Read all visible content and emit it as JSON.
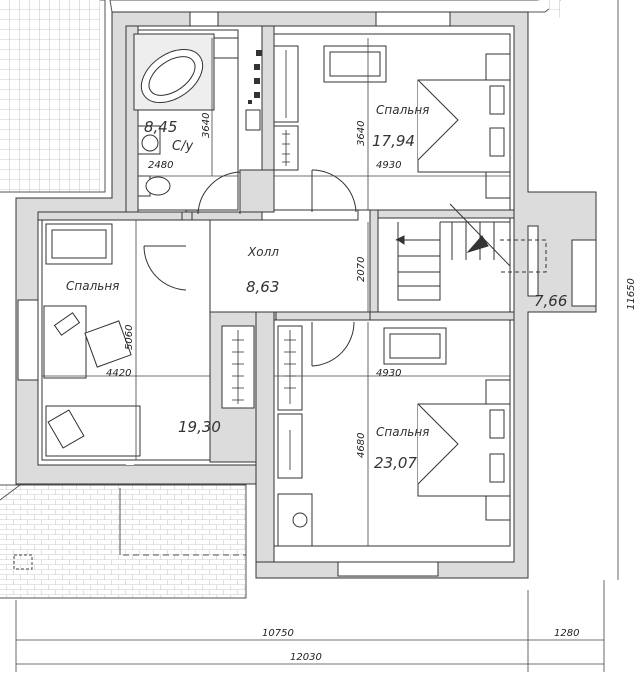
{
  "rooms": {
    "bath": {
      "area": "8,45",
      "label": "С/у",
      "dim_w": "2480",
      "dim_h": "3640"
    },
    "bedroom_ne": {
      "label": "Спальня",
      "area": "17,94",
      "dim_w": "4930",
      "dim_h": "3640"
    },
    "hall": {
      "label": "Холл",
      "area": "8,63",
      "dim": "2070"
    },
    "bedroom_w": {
      "label": "Спальня",
      "area": "19,30",
      "dim_w": "4420",
      "dim_h": "5060"
    },
    "bedroom_se": {
      "label": "Спальня",
      "area": "23,07",
      "dim_w": "4930",
      "dim_h": "4680"
    },
    "stairs": {
      "area": "7,66"
    }
  },
  "overall": {
    "dim_main": "10750",
    "dim_ext": "1280",
    "dim_total": "12030",
    "dim_height": "11650"
  }
}
